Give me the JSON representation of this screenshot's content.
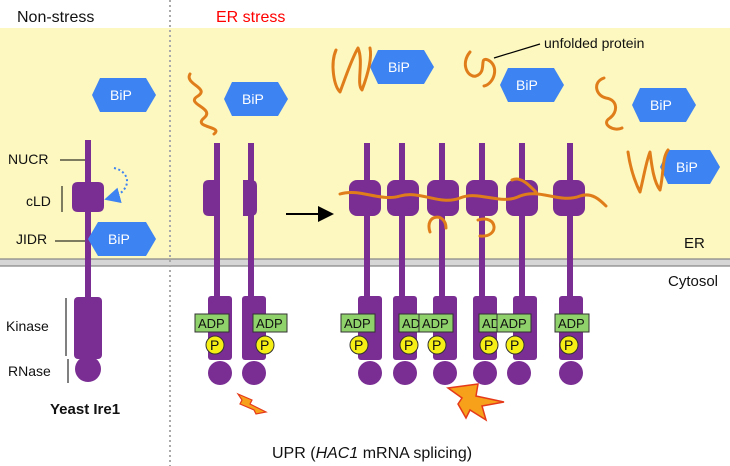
{
  "headers": {
    "non_stress": "Non-stress",
    "er_stress": "ER stress"
  },
  "labels": {
    "nucr": "NUCR",
    "cld": "cLD",
    "jidr": "JIDR",
    "kinase": "Kinase",
    "rnase": "RNase",
    "yeast_ire1": "Yeast Ire1",
    "er": "ER",
    "cytosol": "Cytosol",
    "unfolded_protein": "unfolded protein",
    "upr_prefix": "UPR (",
    "upr_gene": "HAC1",
    "upr_suffix": " mRNA splicing)"
  },
  "bip": "BiP",
  "adp": "ADP",
  "phospho": "P",
  "colors": {
    "er_lumen": "#fdf8bf",
    "ire1": "#7a2e93",
    "bip": "#3d83f2",
    "unfolded": "#e07d1b",
    "adp": "#8fd16a",
    "phosphate": "#f6ef16",
    "er_stress_title": "#ff0000",
    "lightning": "#f7a11a"
  }
}
